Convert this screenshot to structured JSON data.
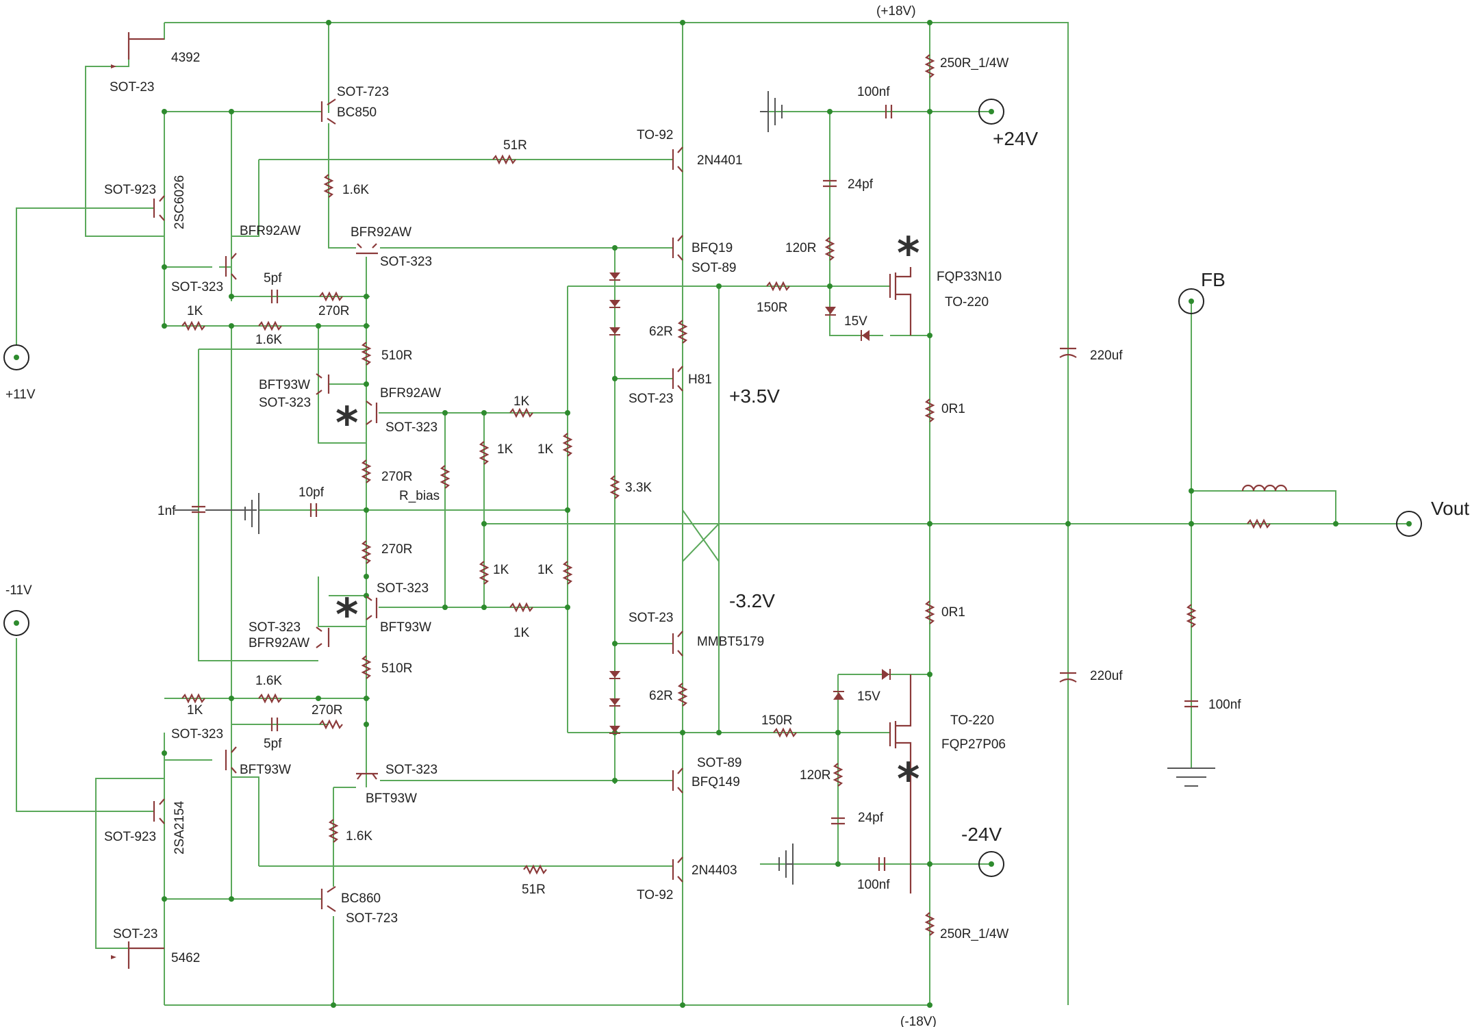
{
  "rails": {
    "top": "(+18V)",
    "bottom": "(-18V)"
  },
  "ports": {
    "p11": "+11V",
    "m11": "-11V",
    "p24": "+24V",
    "m24": "-24V",
    "fb": "FB",
    "vout": "Vout"
  },
  "node_voltages": {
    "upper": "+3.5V",
    "lower": "-3.2V"
  },
  "marker": "*",
  "parts": {
    "q4392_name": "4392",
    "q4392_pkg": "SOT-23",
    "q5462_name": "5462",
    "q5462_pkg": "SOT-23",
    "bc850_pkg": "SOT-723",
    "bc850_name": "BC850",
    "bc860_name": "BC860",
    "bc860_pkg": "SOT-723",
    "sc6026_pkg": "SOT-923",
    "sc6026_name": "2SC6026",
    "sa2154_pkg": "SOT-923",
    "sa2154_name": "2SA2154",
    "bfr_a_name": "BFR92AW",
    "bfr_a_pkg": "SOT-323",
    "bfr_b_name": "BFR92AW",
    "bfr_b_pkg": "SOT-323",
    "bfr_c_name": "BFR92AW",
    "bfr_c_pkg": "SOT-323",
    "bfr_d_name": "BFR92AW",
    "bfr_d_pkg": "SOT-323",
    "bft_a_name": "BFT93W",
    "bft_a_pkg": "SOT-323",
    "bft_b_name": "BFT93W",
    "bft_b_pkg": "SOT-323",
    "bft_c_name": "BFT93W",
    "bft_c_pkg": "SOT-323",
    "bft_d_name": "BFT93W",
    "bft_d_pkg": "SOT-323",
    "n4401_pkg": "TO-92",
    "n4401_name": "2N4401",
    "n4403_name": "2N4403",
    "n4403_pkg": "TO-92",
    "bfq19_name": "BFQ19",
    "bfq19_pkg": "SOT-89",
    "bfq149_pkg": "SOT-89",
    "bfq149_name": "BFQ149",
    "h81_name": "H81",
    "h81_pkg": "SOT-23",
    "mmbt_pkg": "SOT-23",
    "mmbt_name": "MMBT5179",
    "fqp33_name": "FQP33N10",
    "fqp33_pkg": "TO-220",
    "fqp27_pkg": "TO-220",
    "fqp27_name": "FQP27P06"
  },
  "values": {
    "r_1k_ul": "1K",
    "r_1k_ll": "1K",
    "r_16k_ul": "1.6K",
    "r_16k_ll": "1.6K",
    "c_5pf_u": "5pf",
    "c_5pf_l": "5pf",
    "r_270_u": "270R",
    "r_270_l": "270R",
    "r_16k_bc850": "1.6K",
    "r_16k_bc860": "1.6K",
    "r_510_u": "510R",
    "r_510_l": "510R",
    "r_270_mu": "270R",
    "r_270_ml": "270R",
    "c_1nf": "1nf",
    "c_10pf": "10pf",
    "r_bias": "R_bias",
    "r_1k_a": "1K",
    "r_1k_b": "1K",
    "r_1k_c": "1K",
    "r_1k_d": "1K",
    "r_1k_e": "1K",
    "r_1k_f": "1K",
    "r_51_u": "51R",
    "r_51_l": "51R",
    "r_62_u": "62R",
    "r_62_l": "62R",
    "r_33k": "3.3K",
    "r_150_u": "150R",
    "r_150_l": "150R",
    "r_120_u": "120R",
    "r_120_l": "120R",
    "c_24_u": "24pf",
    "c_24_l": "24pf",
    "c_100_u": "100nf",
    "c_100_l": "100nf",
    "z_15_u": "15V",
    "z_15_l": "15V",
    "r_250_u": "250R_1/4W",
    "r_250_l": "250R_1/4W",
    "r_0r1_u": "0R1",
    "r_0r1_l": "0R1",
    "c_220_u": "220uf",
    "c_220_l": "220uf",
    "c_100_out": "100nf"
  }
}
